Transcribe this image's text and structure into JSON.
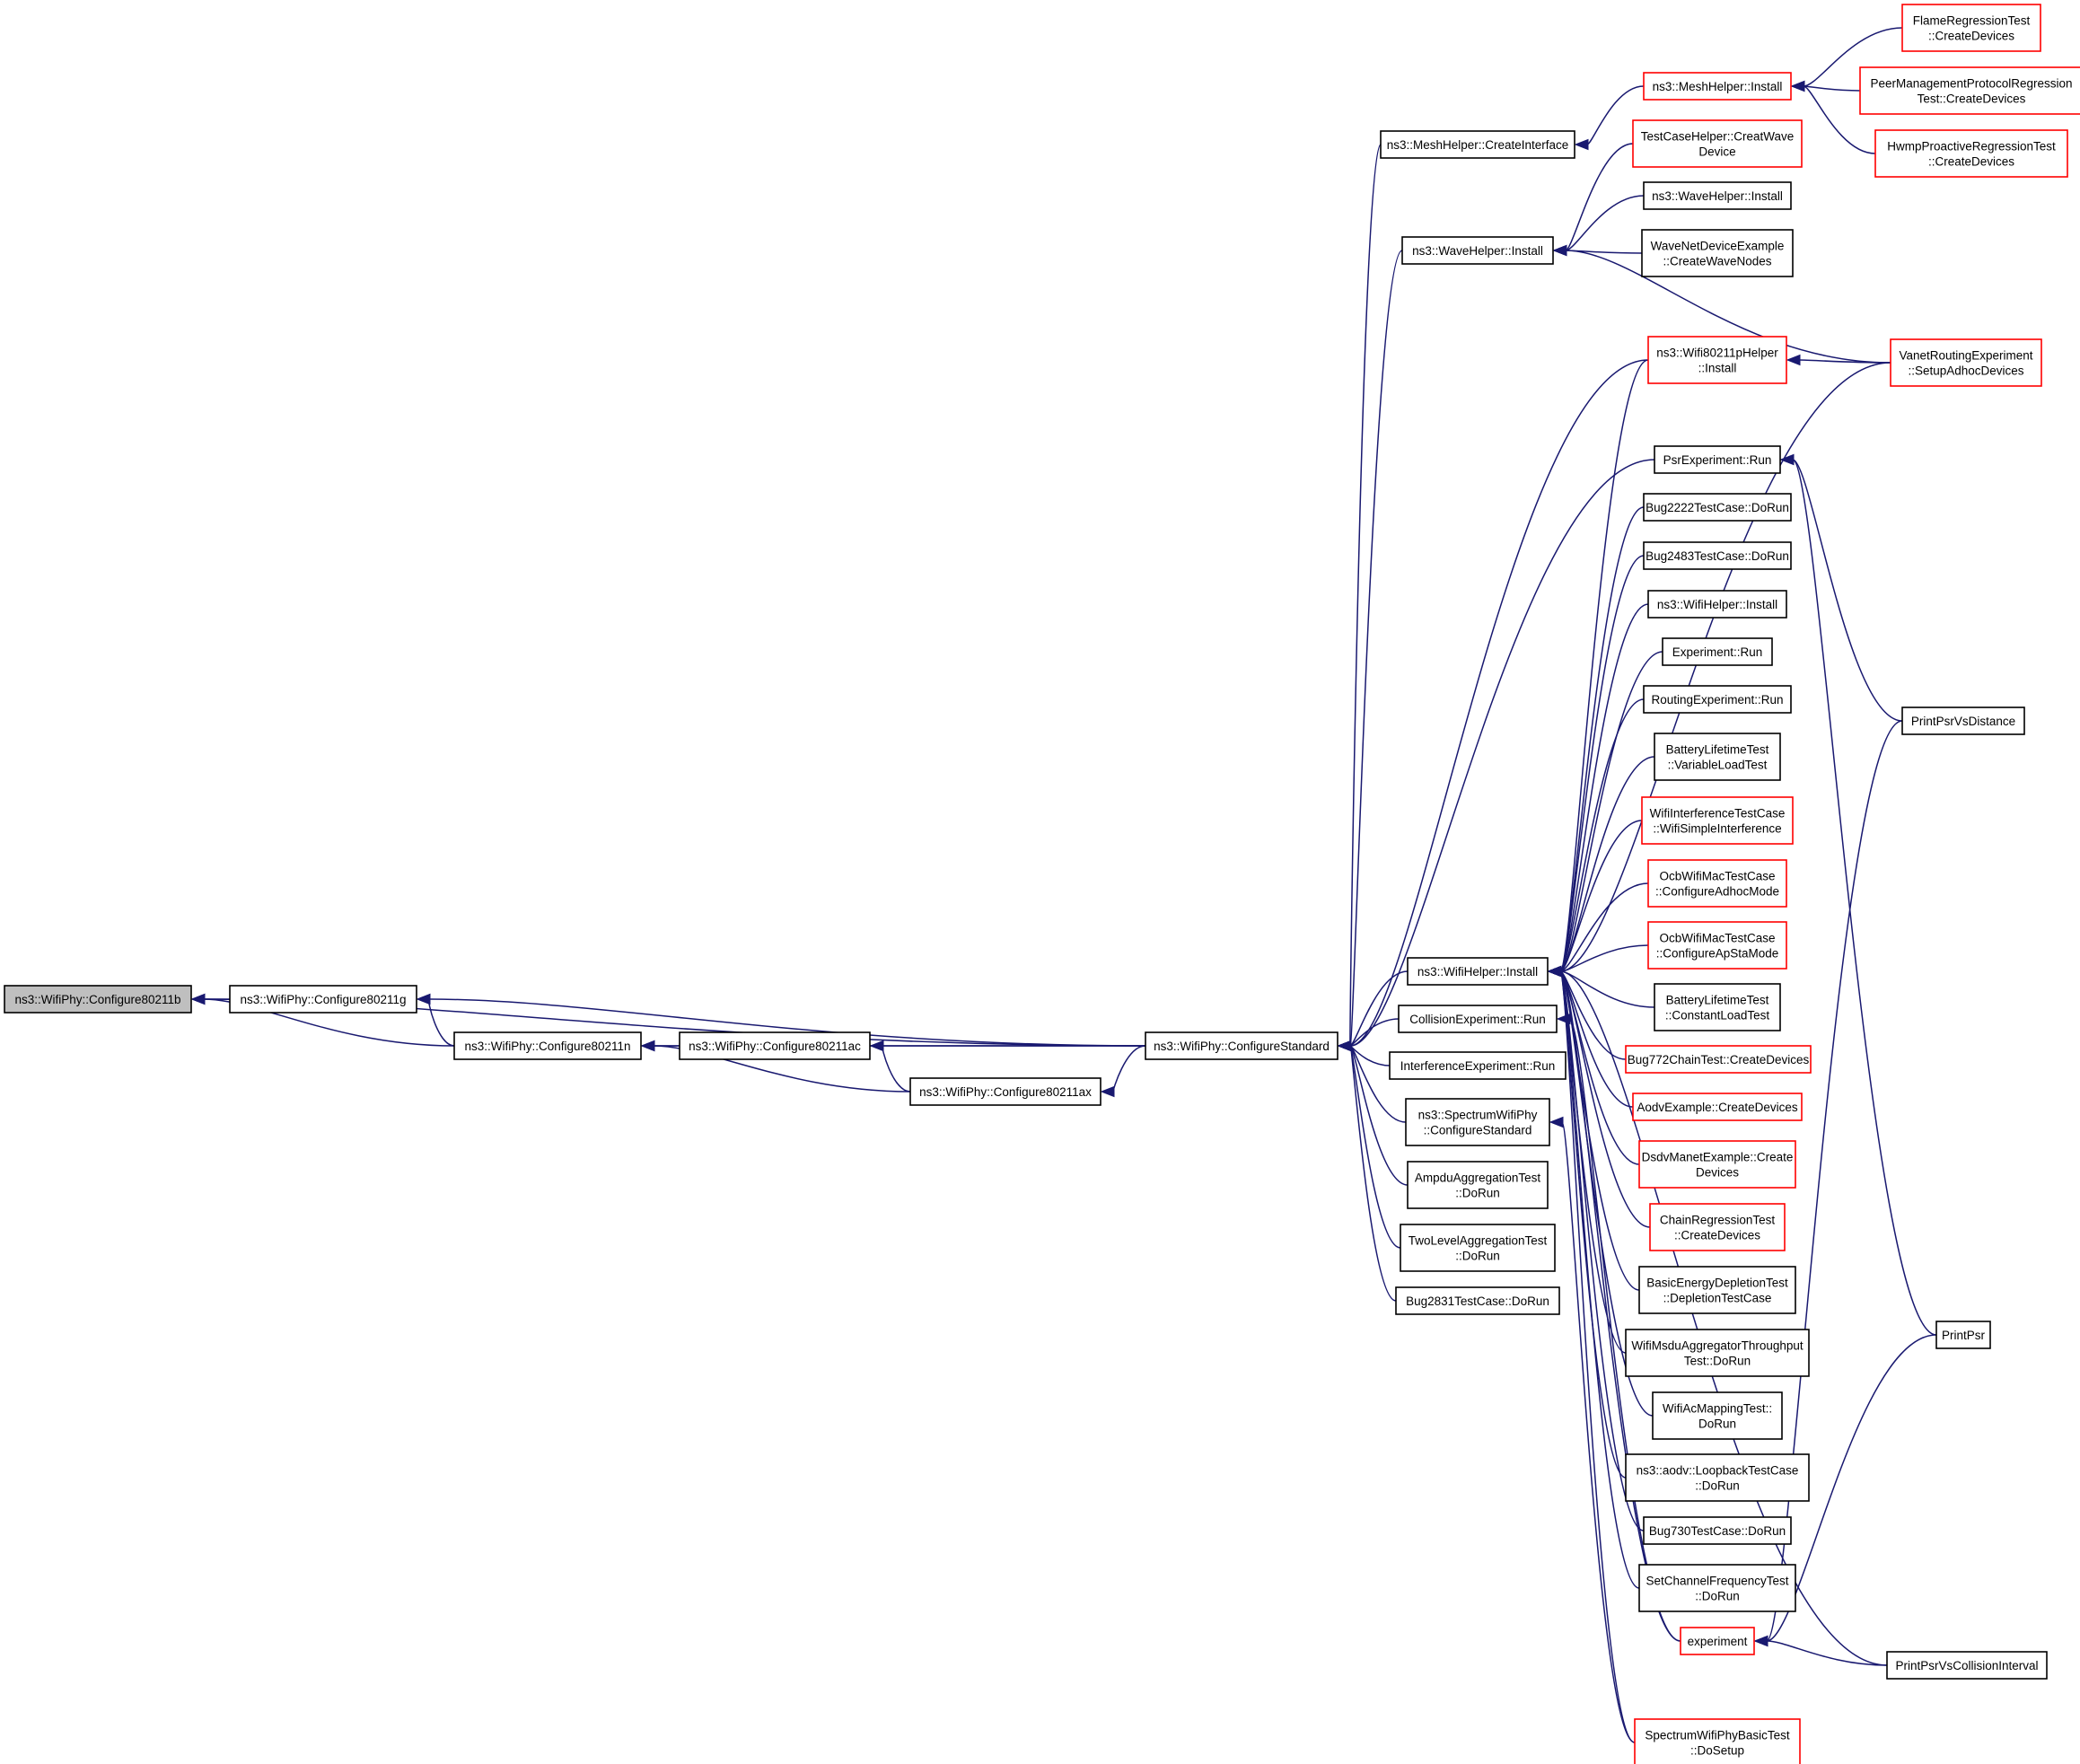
{
  "diagram": {
    "title": "",
    "nodes": [
      {
        "id": "cfg11b",
        "lines": [
          "ns3::WifiPhy::Configure80211b"
        ],
        "style": "focus"
      },
      {
        "id": "cfg11g",
        "lines": [
          "ns3::WifiPhy::Configure80211g"
        ],
        "style": "black"
      },
      {
        "id": "cfg11n",
        "lines": [
          "ns3::WifiPhy::Configure80211n"
        ],
        "style": "black"
      },
      {
        "id": "cfg11ac",
        "lines": [
          "ns3::WifiPhy::Configure80211ac"
        ],
        "style": "black"
      },
      {
        "id": "cfg11ax",
        "lines": [
          "ns3::WifiPhy::Configure80211ax"
        ],
        "style": "black"
      },
      {
        "id": "cfgstd",
        "lines": [
          "ns3::WifiPhy::ConfigureStandard"
        ],
        "style": "black"
      },
      {
        "id": "meshCI",
        "lines": [
          "ns3::MeshHelper::CreateInterface"
        ],
        "style": "black"
      },
      {
        "id": "waveInst",
        "lines": [
          "ns3::WaveHelper::Install"
        ],
        "style": "black"
      },
      {
        "id": "wifiHInst",
        "lines": [
          "ns3::WifiHelper::Install"
        ],
        "style": "black"
      },
      {
        "id": "collRun",
        "lines": [
          "CollisionExperiment::Run"
        ],
        "style": "black"
      },
      {
        "id": "interfRun",
        "lines": [
          "InterferenceExperiment::Run"
        ],
        "style": "black"
      },
      {
        "id": "specCfg",
        "lines": [
          "ns3::SpectrumWifiPhy",
          "::ConfigureStandard"
        ],
        "style": "black"
      },
      {
        "id": "ampdu",
        "lines": [
          "AmpduAggregationTest",
          "::DoRun"
        ],
        "style": "black"
      },
      {
        "id": "twolevel",
        "lines": [
          "TwoLevelAggregationTest",
          "::DoRun"
        ],
        "style": "black"
      },
      {
        "id": "bug2831",
        "lines": [
          "Bug2831TestCase::DoRun"
        ],
        "style": "black"
      },
      {
        "id": "meshInst",
        "lines": [
          "ns3::MeshHelper::Install"
        ],
        "style": "red"
      },
      {
        "id": "tcHelper",
        "lines": [
          "TestCaseHelper::CreatWave",
          "Device"
        ],
        "style": "red"
      },
      {
        "id": "waveInst2",
        "lines": [
          "ns3::WaveHelper::Install"
        ],
        "style": "black"
      },
      {
        "id": "waveNet",
        "lines": [
          "WaveNetDeviceExample",
          "::CreateWaveNodes"
        ],
        "style": "black"
      },
      {
        "id": "wifi80211p",
        "lines": [
          "ns3::Wifi80211pHelper",
          "::Install"
        ],
        "style": "red"
      },
      {
        "id": "psrRun",
        "lines": [
          "PsrExperiment::Run"
        ],
        "style": "black"
      },
      {
        "id": "bug2222",
        "lines": [
          "Bug2222TestCase::DoRun"
        ],
        "style": "black"
      },
      {
        "id": "bug2483",
        "lines": [
          "Bug2483TestCase::DoRun"
        ],
        "style": "black"
      },
      {
        "id": "wifiHInst2",
        "lines": [
          "ns3::WifiHelper::Install"
        ],
        "style": "black"
      },
      {
        "id": "expRun",
        "lines": [
          "Experiment::Run"
        ],
        "style": "black"
      },
      {
        "id": "routRun",
        "lines": [
          "RoutingExperiment::Run"
        ],
        "style": "black"
      },
      {
        "id": "battVar",
        "lines": [
          "BatteryLifetimeTest",
          "::VariableLoadTest"
        ],
        "style": "black"
      },
      {
        "id": "wifiInterf",
        "lines": [
          "WifiInterferenceTestCase",
          "::WifiSimpleInterference"
        ],
        "style": "red"
      },
      {
        "id": "ocbAdhoc",
        "lines": [
          "OcbWifiMacTestCase",
          "::ConfigureAdhocMode"
        ],
        "style": "red"
      },
      {
        "id": "ocbApSta",
        "lines": [
          "OcbWifiMacTestCase",
          "::ConfigureApStaMode"
        ],
        "style": "red"
      },
      {
        "id": "battConst",
        "lines": [
          "BatteryLifetimeTest",
          "::ConstantLoadTest"
        ],
        "style": "black"
      },
      {
        "id": "bug772",
        "lines": [
          "Bug772ChainTest::CreateDevices"
        ],
        "style": "red"
      },
      {
        "id": "aodvEx",
        "lines": [
          "AodvExample::CreateDevices"
        ],
        "style": "red"
      },
      {
        "id": "dsdv",
        "lines": [
          "DsdvManetExample::Create",
          "Devices"
        ],
        "style": "red"
      },
      {
        "id": "chainReg",
        "lines": [
          "ChainRegressionTest",
          "::CreateDevices"
        ],
        "style": "red"
      },
      {
        "id": "basicEnergy",
        "lines": [
          "BasicEnergyDepletionTest",
          "::DepletionTestCase"
        ],
        "style": "black"
      },
      {
        "id": "msdu",
        "lines": [
          "WifiMsduAggregatorThroughput",
          "Test::DoRun"
        ],
        "style": "black"
      },
      {
        "id": "acMap",
        "lines": [
          "WifiAcMappingTest::",
          "DoRun"
        ],
        "style": "black"
      },
      {
        "id": "loopback",
        "lines": [
          "ns3::aodv::LoopbackTestCase",
          "::DoRun"
        ],
        "style": "black"
      },
      {
        "id": "bug730",
        "lines": [
          "Bug730TestCase::DoRun"
        ],
        "style": "black"
      },
      {
        "id": "setChan",
        "lines": [
          "SetChannelFrequencyTest",
          "::DoRun"
        ],
        "style": "black"
      },
      {
        "id": "experiment",
        "lines": [
          "experiment"
        ],
        "style": "red"
      },
      {
        "id": "specBasic",
        "lines": [
          "SpectrumWifiPhyBasicTest",
          "::DoSetup"
        ],
        "style": "red"
      },
      {
        "id": "flame",
        "lines": [
          "FlameRegressionTest",
          "::CreateDevices"
        ],
        "style": "red"
      },
      {
        "id": "peerMgmt",
        "lines": [
          "PeerManagementProtocolRegression",
          "Test::CreateDevices"
        ],
        "style": "red"
      },
      {
        "id": "hwmp",
        "lines": [
          "HwmpProactiveRegressionTest",
          "::CreateDevices"
        ],
        "style": "red"
      },
      {
        "id": "vanet",
        "lines": [
          "VanetRoutingExperiment",
          "::SetupAdhocDevices"
        ],
        "style": "red"
      },
      {
        "id": "printDist",
        "lines": [
          "PrintPsrVsDistance"
        ],
        "style": "black"
      },
      {
        "id": "printPsr",
        "lines": [
          "PrintPsr"
        ],
        "style": "black"
      },
      {
        "id": "printColl",
        "lines": [
          "PrintPsrVsCollisionInterval"
        ],
        "style": "black"
      }
    ],
    "edges": [
      [
        "cfg11g",
        "cfg11b"
      ],
      [
        "cfg11n",
        "cfg11b"
      ],
      [
        "cfgstd",
        "cfg11b"
      ],
      [
        "cfg11n",
        "cfg11g"
      ],
      [
        "cfgstd",
        "cfg11g"
      ],
      [
        "cfg11ac",
        "cfg11n"
      ],
      [
        "cfg11ax",
        "cfg11n"
      ],
      [
        "cfgstd",
        "cfg11n"
      ],
      [
        "cfg11ax",
        "cfg11ac"
      ],
      [
        "cfgstd",
        "cfg11ac"
      ],
      [
        "cfgstd",
        "cfg11ax"
      ],
      [
        "meshCI",
        "cfgstd"
      ],
      [
        "waveInst",
        "cfgstd"
      ],
      [
        "wifi80211p",
        "cfgstd"
      ],
      [
        "psrRun",
        "cfgstd"
      ],
      [
        "wifiHInst",
        "cfgstd"
      ],
      [
        "collRun",
        "cfgstd"
      ],
      [
        "interfRun",
        "cfgstd"
      ],
      [
        "specCfg",
        "cfgstd"
      ],
      [
        "ampdu",
        "cfgstd"
      ],
      [
        "twolevel",
        "cfgstd"
      ],
      [
        "bug2831",
        "cfgstd"
      ],
      [
        "meshInst",
        "meshCI"
      ],
      [
        "tcHelper",
        "waveInst"
      ],
      [
        "waveInst2",
        "waveInst"
      ],
      [
        "waveNet",
        "waveInst"
      ],
      [
        "vanet",
        "waveInst"
      ],
      [
        "vanet",
        "wifi80211p"
      ],
      [
        "flame",
        "meshInst"
      ],
      [
        "peerMgmt",
        "meshInst"
      ],
      [
        "hwmp",
        "meshInst"
      ],
      [
        "vanet",
        "wifiHInst"
      ],
      [
        "wifi80211p",
        "wifiHInst"
      ],
      [
        "bug2222",
        "wifiHInst"
      ],
      [
        "bug2483",
        "wifiHInst"
      ],
      [
        "wifiHInst2",
        "wifiHInst"
      ],
      [
        "expRun",
        "wifiHInst"
      ],
      [
        "routRun",
        "wifiHInst"
      ],
      [
        "battVar",
        "wifiHInst"
      ],
      [
        "wifiInterf",
        "wifiHInst"
      ],
      [
        "ocbAdhoc",
        "wifiHInst"
      ],
      [
        "ocbApSta",
        "wifiHInst"
      ],
      [
        "battConst",
        "wifiHInst"
      ],
      [
        "bug772",
        "wifiHInst"
      ],
      [
        "aodvEx",
        "wifiHInst"
      ],
      [
        "dsdv",
        "wifiHInst"
      ],
      [
        "chainReg",
        "wifiHInst"
      ],
      [
        "basicEnergy",
        "wifiHInst"
      ],
      [
        "msdu",
        "wifiHInst"
      ],
      [
        "acMap",
        "wifiHInst"
      ],
      [
        "loopback",
        "wifiHInst"
      ],
      [
        "bug730",
        "wifiHInst"
      ],
      [
        "setChan",
        "wifiHInst"
      ],
      [
        "experiment",
        "wifiHInst"
      ],
      [
        "printColl",
        "wifiHInst"
      ],
      [
        "specBasic",
        "wifiHInst"
      ],
      [
        "printDist",
        "psrRun"
      ],
      [
        "printPsr",
        "psrRun"
      ],
      [
        "experiment",
        "collRun"
      ],
      [
        "specBasic",
        "specCfg"
      ],
      [
        "printDist",
        "experiment"
      ],
      [
        "printPsr",
        "experiment"
      ],
      [
        "printColl",
        "experiment"
      ]
    ]
  }
}
